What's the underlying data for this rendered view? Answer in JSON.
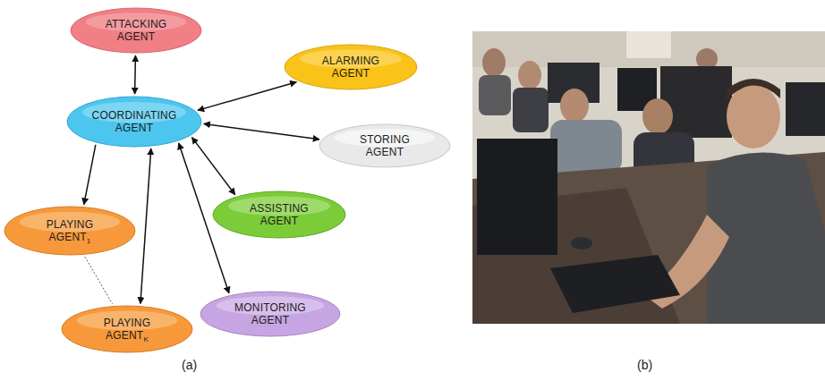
{
  "diagram": {
    "nodes": [
      {
        "text": [
          "ATTACKING AGENT"
        ]
      },
      {
        "text": [
          "ALARMING AGENT"
        ]
      },
      {
        "text": [
          "COORDINATING AGENT"
        ]
      },
      {
        "text": [
          "STORING AGENT"
        ]
      },
      {
        "text": [
          "ASSISTING AGENT"
        ]
      },
      {
        "text": [
          "PLAYING AGENT1"
        ]
      },
      {
        "text": [
          "MONITORING AGENT"
        ]
      },
      {
        "text": [
          "PLAYING AGENTK"
        ]
      }
    ],
    "edges": [
      {
        "from": 2,
        "to": 0,
        "arrow": "both"
      },
      {
        "from": 2,
        "to": 1,
        "arrow": "both"
      },
      {
        "from": 2,
        "to": 3,
        "arrow": "both"
      },
      {
        "from": 2,
        "to": 4,
        "arrow": "both"
      },
      {
        "from": 2,
        "to": 5,
        "arrow": "to"
      },
      {
        "from": 2,
        "to": 7,
        "arrow": "both"
      },
      {
        "from": 2,
        "to": 6,
        "arrow": "both"
      },
      {
        "from": 5,
        "to": 7,
        "arrow": "none"
      }
    ],
    "labels": [
      "(a)",
      "(b)"
    ]
  }
}
